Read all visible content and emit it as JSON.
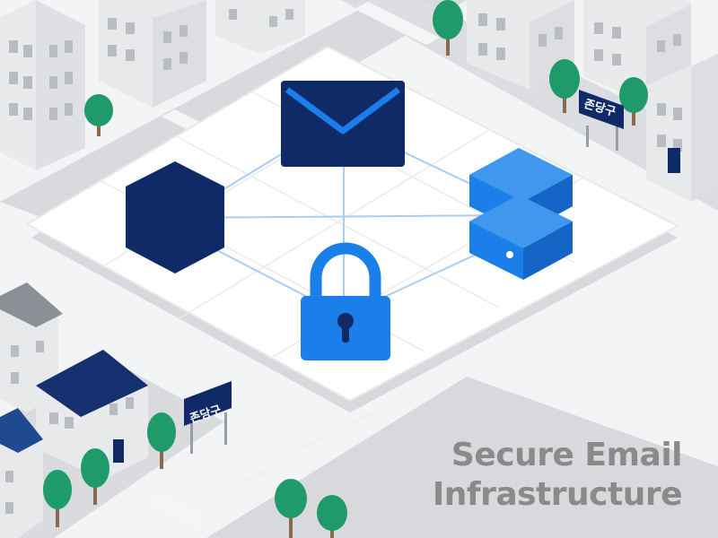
{
  "headline": {
    "line1": "Secure Email",
    "line2": "Infrastructure"
  },
  "signs": [
    {
      "text": "존당구"
    },
    {
      "text": "존당구"
    }
  ],
  "icons": {
    "center": [
      "envelope-icon",
      "hexagon-icon",
      "server-icon",
      "padlock-icon"
    ]
  },
  "colors": {
    "navy": "#0f2a66",
    "blue": "#1a7fe8",
    "tree": "#1f9a6a",
    "building": "#e6e7e9",
    "road": "#d9dadd",
    "text": "#8a8a8a"
  }
}
